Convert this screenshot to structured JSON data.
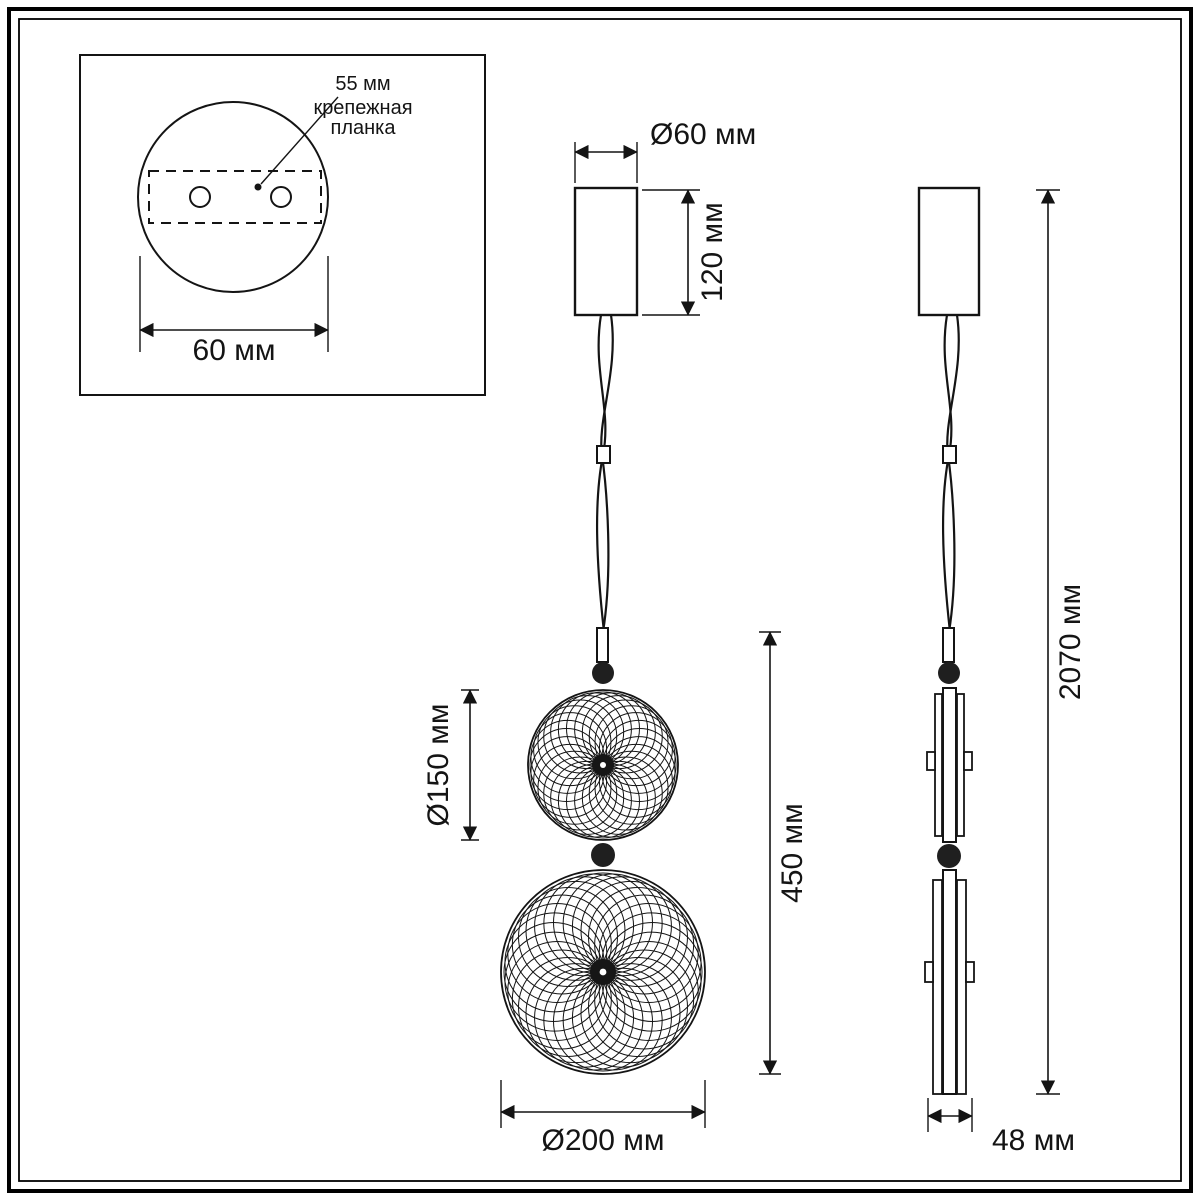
{
  "views": {
    "plate_detail": {
      "hole_spacing": "55 мм",
      "plate_label_line1": "крепежная",
      "plate_label_line2": "планка",
      "plate_width": "60 мм"
    },
    "front": {
      "canopy_diameter": "Ø60 мм",
      "canopy_height": "120 мм",
      "small_disc_diameter": "Ø150 мм",
      "body_height": "450 мм",
      "large_disc_diameter": "Ø200 мм"
    },
    "side": {
      "total_height": "2070 мм",
      "depth": "48 мм"
    }
  },
  "colors": {
    "line": "#141414",
    "background": "#ffffff"
  }
}
